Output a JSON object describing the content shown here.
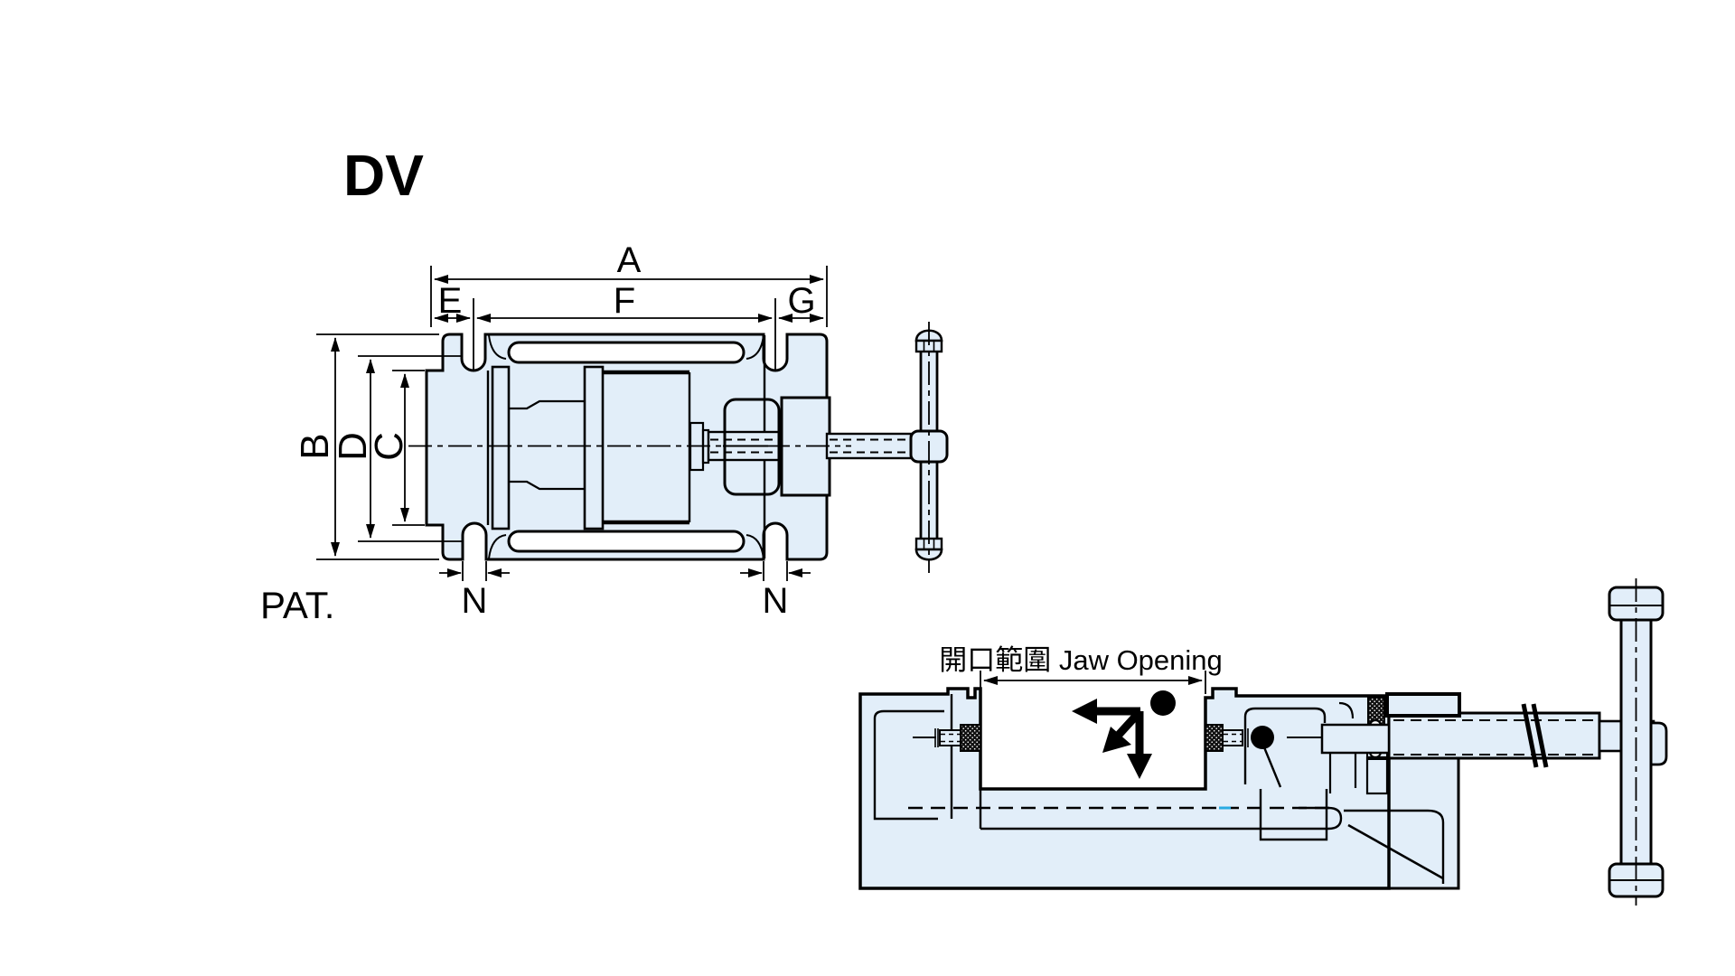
{
  "drawing": {
    "model_label": "DV",
    "patent_label": "PAT.",
    "colors": {
      "body_fill": "#e2eef9",
      "line": "#000000",
      "centerline_accent": "#29abe2"
    },
    "top_view": {
      "dims": {
        "a": "A",
        "b": "B",
        "c": "C",
        "d": "D",
        "e": "E",
        "f": "F",
        "g": "G",
        "n_left": "N",
        "n_right": "N"
      }
    },
    "side_view": {
      "jaw_opening_label": "開口範圍 Jaw Opening"
    }
  }
}
